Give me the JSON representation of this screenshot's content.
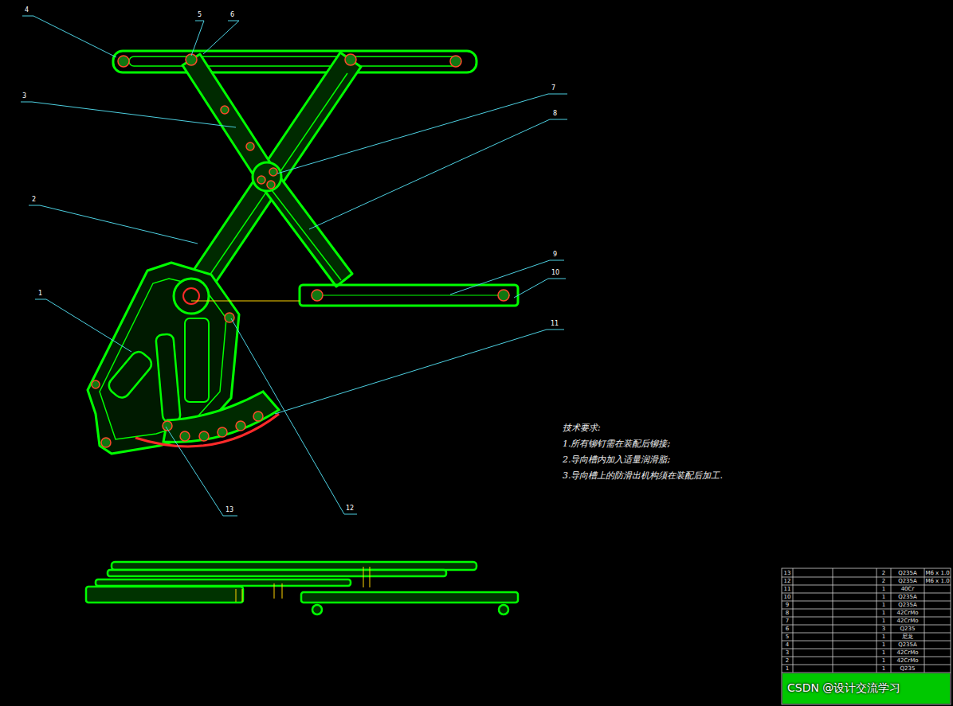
{
  "diagram": {
    "labels": [
      "4",
      "5",
      "6",
      "3",
      "7",
      "8",
      "2",
      "1",
      "9",
      "10",
      "11",
      "13",
      "12",
      "技术要求:",
      "1.所有铆钉需在装配后铆接;",
      "2.导向槽内加入适量润滑脂;",
      "3.导向槽上的防滑出机构须在装配后加工.",
      "CSDN @设计交流学习",
      "13",
      "2",
      "Q235A",
      "M6 x 1.0",
      "12",
      "2",
      "Q235A",
      "M6 x 1.0",
      "11",
      "1",
      "40Cr",
      "10",
      "1",
      "Q235A",
      "9",
      "1",
      "Q235A",
      "8",
      "1",
      "42CrMo",
      "7",
      "1",
      "42CrMo",
      "6",
      "3",
      "Q235",
      "5",
      "1",
      "尼龙",
      "4",
      "1",
      "Q235A",
      "3",
      "1",
      "42CrMo",
      "2",
      "1",
      "42CrMo",
      "1",
      "1",
      "Q235"
    ]
  }
}
